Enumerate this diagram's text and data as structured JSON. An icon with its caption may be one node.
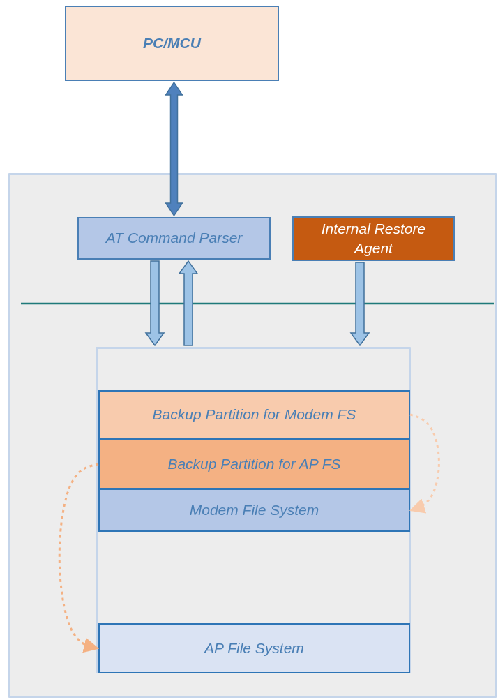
{
  "diagram": {
    "nodes": [
      {
        "text": [
          "PC/MCU"
        ]
      },
      {
        "text": [],
        "shape": "box"
      },
      {
        "text": [
          "AT Command Parser"
        ],
        "in": 1
      },
      {
        "text": [
          "Internal Restore Agent"
        ],
        "in": 1
      },
      {
        "text": [],
        "shape": "box",
        "in": 1
      },
      {
        "text": [
          "Backup Partition for Modem FS"
        ],
        "in": 4
      },
      {
        "text": [
          "Backup Partition for AP FS"
        ],
        "in": 4
      },
      {
        "text": [
          "Modem File System"
        ],
        "in": 4
      },
      {
        "text": [
          "AP File System"
        ],
        "in": 4
      }
    ],
    "edges": [
      {
        "from": 0,
        "to": 2,
        "arrow": "both",
        "style": "thick",
        "color": "#4f81bd"
      },
      {
        "from": 2,
        "to": 4,
        "arrow": "to"
      },
      {
        "from": 4,
        "to": 2,
        "arrow": "to"
      },
      {
        "from": 3,
        "to": 4,
        "arrow": "to"
      },
      {
        "from": 5,
        "to": 7,
        "arrow": "to",
        "style": "dashed",
        "color": "#f8cbad"
      },
      {
        "from": 6,
        "to": 8,
        "arrow": "to",
        "style": "dashed",
        "color": "#f4b183"
      }
    ]
  }
}
